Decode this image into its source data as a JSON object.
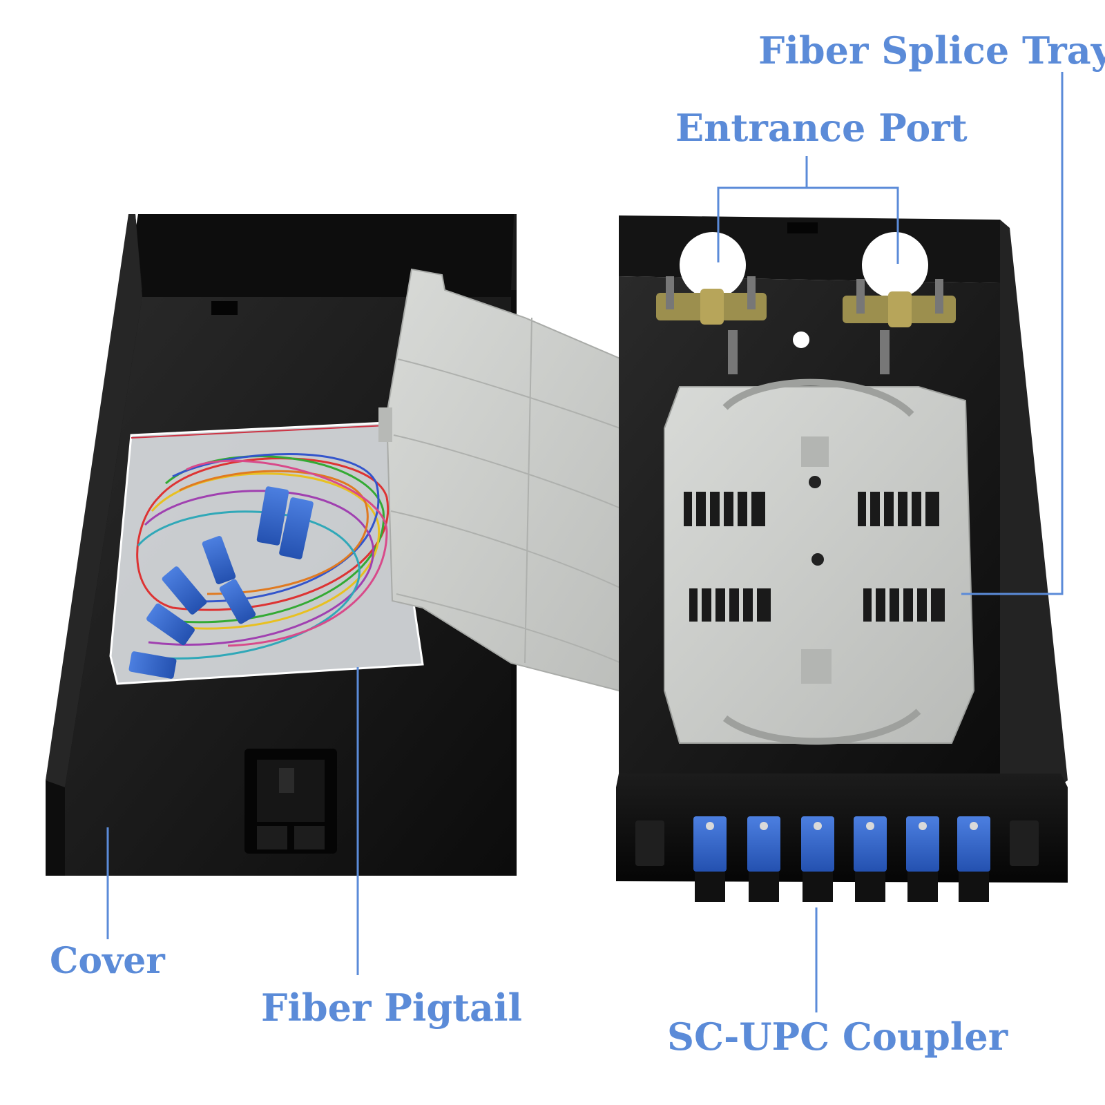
{
  "labels": {
    "fiber_splice_tray": "Fiber Splice Tray",
    "entrance_port": "Entrance Port",
    "cover": "Cover",
    "fiber_pigtail": "Fiber Pigtail",
    "sc_upc_coupler": "SC-UPC Coupler"
  },
  "colors": {
    "label_blue": "#5b8bd8",
    "leader_line": "#5b8bd8",
    "enclosure_black": "#111111",
    "tray_gray": "#c9cbc8",
    "coupler_blue": "#2f62c8"
  },
  "parts": {
    "couplers_count": 6,
    "entrance_ports_count": 2
  }
}
